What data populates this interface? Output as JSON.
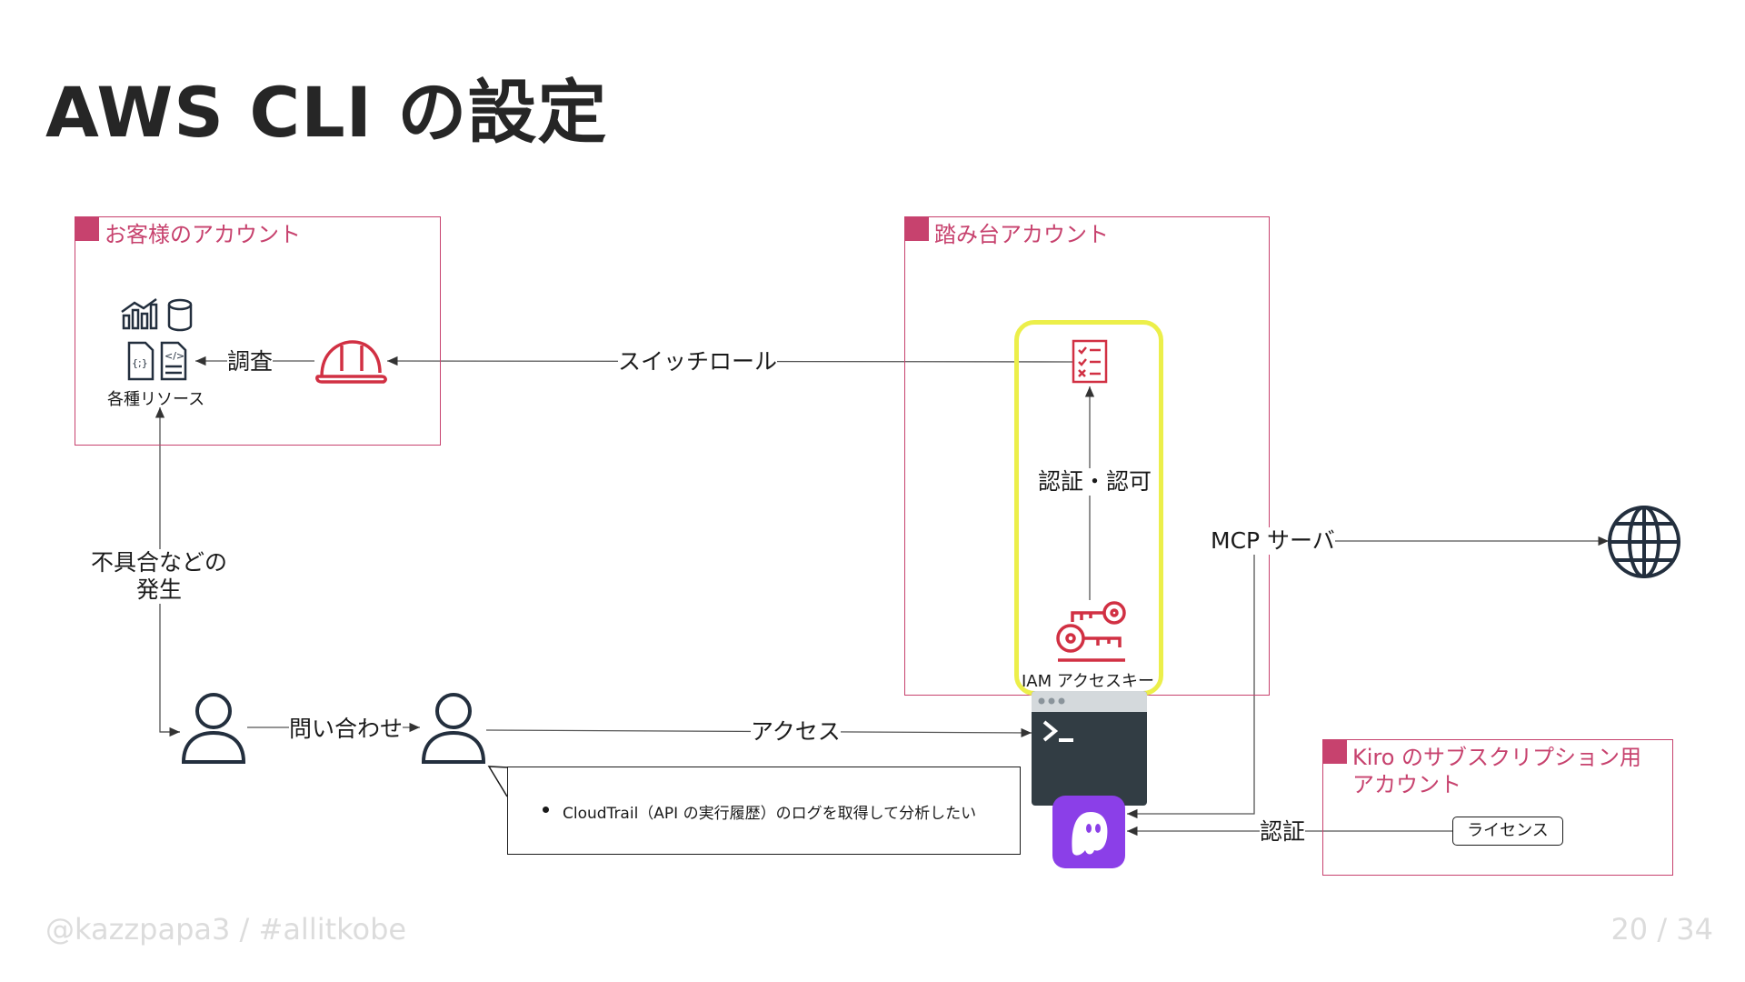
{
  "title": "AWS CLI の設定",
  "footer": {
    "handle": "@kazzpapa3 / #allitkobe",
    "page": "20 / 34"
  },
  "accounts": {
    "customer": "お客様のアカウント",
    "bastion": "踏み台アカウント",
    "kiro": "Kiro のサブスクリプション用\nアカウント"
  },
  "nodes": {
    "resources": "各種リソース",
    "iam_key": "IAM アクセスキー",
    "license": "ライセンス"
  },
  "edges": {
    "investigate": "調査",
    "switch_role": "スイッチロール",
    "auth_authz": "認証・認可",
    "mcp_server": "MCP サーバ",
    "issue": "不具合などの\n発生",
    "inquiry": "問い合わせ",
    "access": "アクセス",
    "auth": "認証"
  },
  "callout": {
    "item": "CloudTrail（API の実行履歴）のログを取得して分析したい"
  },
  "colors": {
    "account_border": "#c7426e",
    "highlight": "#ecef4a",
    "kiro": "#8b3fe8",
    "terminal": "#323d44"
  },
  "icons": [
    "resources-icon",
    "helmet-icon",
    "checklist-icon",
    "keys-icon",
    "terminal-icon",
    "kiro-ghost-icon",
    "globe-icon",
    "user-icon"
  ]
}
